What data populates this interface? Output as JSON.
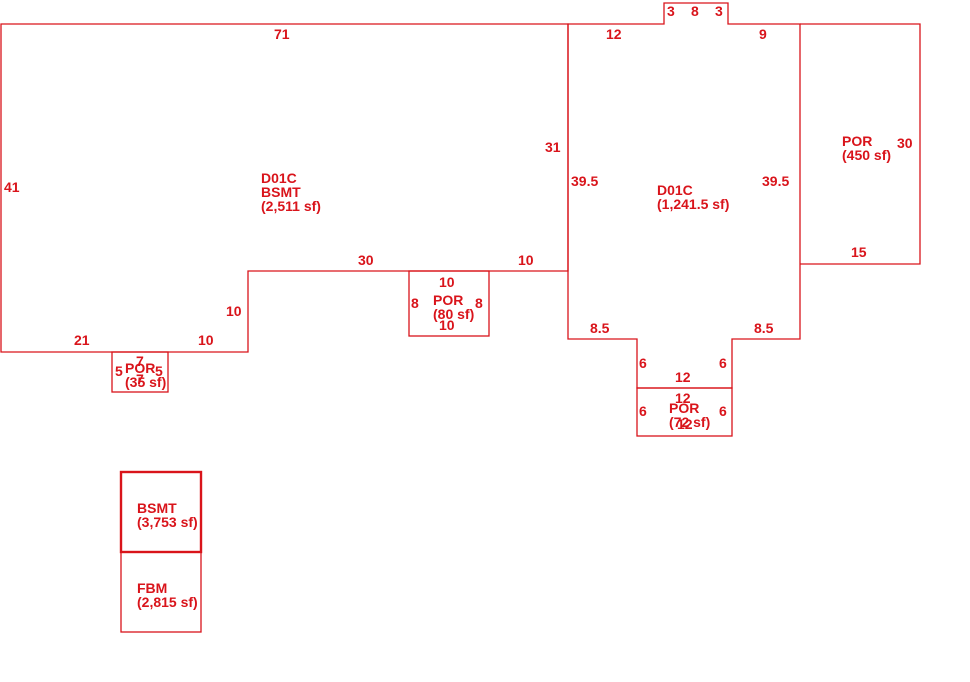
{
  "colors": {
    "line": "#d9141b",
    "background": "#ffffff"
  },
  "areas": {
    "bsmt_main": {
      "code": "D01C",
      "type": "BSMT",
      "area": "(2,511 sf)"
    },
    "d01c_right": {
      "code": "D01C",
      "area": "(1,241.5 sf)"
    },
    "por_450": {
      "type": "POR",
      "area": "(450 sf)"
    },
    "por_80": {
      "type": "POR",
      "area": "(80 sf)"
    },
    "por_35": {
      "type": "POR",
      "area": "(35 sf)"
    },
    "por_72": {
      "type": "POR",
      "area": "(72 sf)"
    }
  },
  "dimensions": {
    "top_71": "71",
    "left_41": "41",
    "bottom_21": "21",
    "bottom_10a": "10",
    "step_10": "10",
    "mid_30": "30",
    "mid_10": "10",
    "left_31": "31",
    "left_39_5": "39.5",
    "right_39_5": "39.5",
    "top_12": "12",
    "top_9": "9",
    "bump_3a": "3",
    "bump_8": "8",
    "bump_3b": "3",
    "por450_30": "30",
    "por450_15": "15",
    "low_8_5a": "8.5",
    "low_8_5b": "8.5",
    "low_6a": "6",
    "low_6b": "6",
    "low_12": "12",
    "por80_top": "10",
    "por80_left": "8",
    "por80_right": "8",
    "por80_bottom": "10",
    "por35_top": "7",
    "por35_left": "5",
    "por35_right": "5",
    "por35_bottom": "7",
    "por72_top": "12",
    "por72_left": "6",
    "por72_right": "6",
    "por72_bottom": "12"
  },
  "legend": [
    {
      "name": "BSMT",
      "area": "(3,753 sf)"
    },
    {
      "name": "FBM",
      "area": "(2,815 sf)"
    }
  ]
}
